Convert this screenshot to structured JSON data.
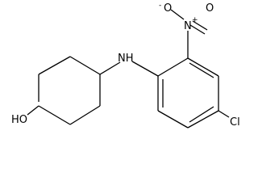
{
  "atoms": {
    "hydroxyl": "HO",
    "amine": "NH",
    "nitro_n": "N",
    "nitro_n_charge": "+",
    "nitro_o": "O",
    "nitro_o_charge": "-",
    "nitro_o2": "O",
    "chloro": "Cl"
  }
}
